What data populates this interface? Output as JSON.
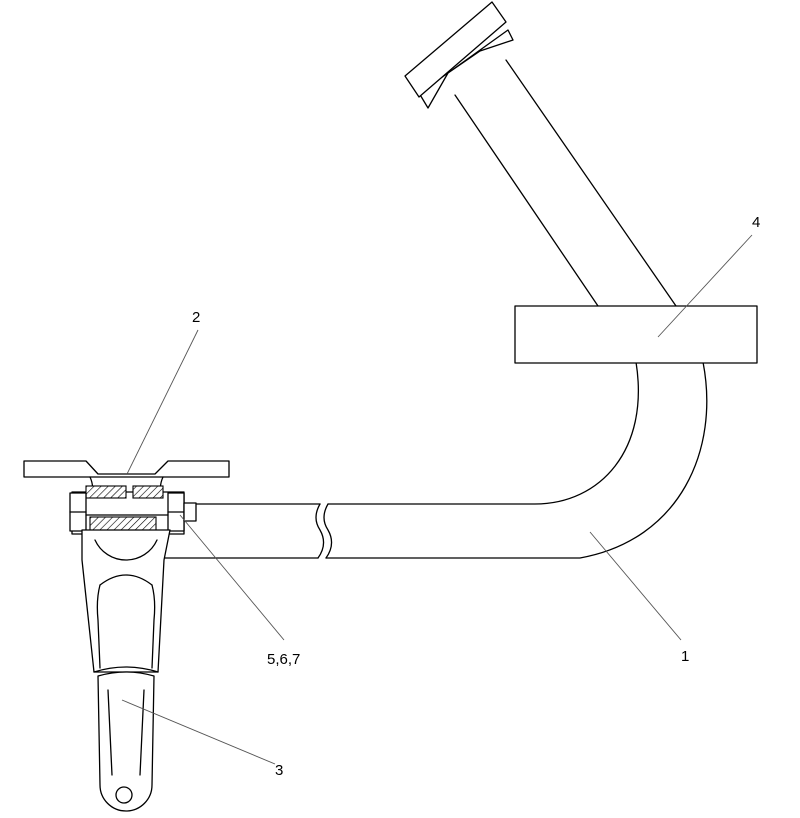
{
  "callouts": [
    {
      "id": "1",
      "text": "1"
    },
    {
      "id": "2",
      "text": "2"
    },
    {
      "id": "3",
      "text": "3"
    },
    {
      "id": "4",
      "text": "4"
    },
    {
      "id": "5",
      "text": "5,6,7"
    }
  ]
}
